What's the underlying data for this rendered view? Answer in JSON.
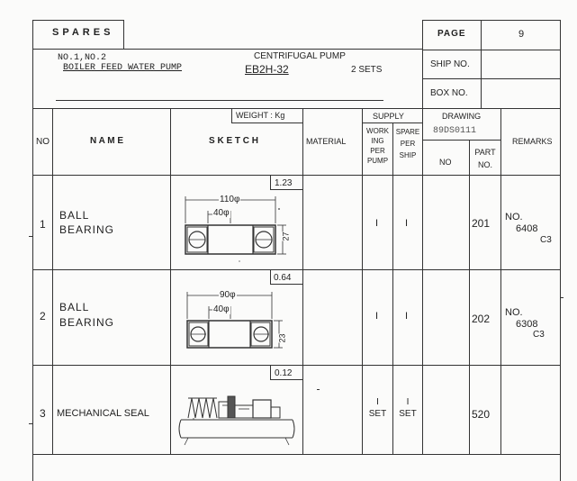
{
  "form_title": "SPARES",
  "page_label": "PAGE",
  "page_number": "9",
  "ship_no_label": "SHIP NO.",
  "box_no_label": "BOX NO.",
  "pump": {
    "units": "NO.1,NO.2",
    "description": "BOILER FEED WATER PUMP",
    "type_label": "CENTRIFUGAL PUMP",
    "model": "EB2H-32",
    "sets": "2 SETS"
  },
  "headers": {
    "no": "NO",
    "name": "N A M E",
    "sketch": "S K E T C H",
    "weight": "WEIGHT : Kg",
    "material": "MATERIAL",
    "supply": "SUPPLY",
    "working_line1": "WORK",
    "working_line2": "ING",
    "working_line3": "PER",
    "working_line4": "PUMP",
    "spare_line1": "SPARE",
    "spare_line2": "PER",
    "spare_line3": "SHIP",
    "drawing": "DRAWING",
    "drawing_code": "89DS0111",
    "drawing_no": "NO",
    "part_no_line1": "PART",
    "part_no_line2": "NO.",
    "remarks": "REMARKS"
  },
  "rows": [
    {
      "no": "1",
      "name_line1": "BALL",
      "name_line2": "BEARING",
      "weight": "1.23",
      "dim_outer": "110φ",
      "dim_inner": "40φ",
      "dim_width": "27",
      "working": "I",
      "spare": "I",
      "part_no": "201",
      "remarks_line1": "NO.",
      "remarks_line2": "6408",
      "remarks_line3": "C3"
    },
    {
      "no": "2",
      "name_line1": "BALL",
      "name_line2": "BEARING",
      "weight": "0.64",
      "dim_outer": "90φ",
      "dim_inner": "40φ",
      "dim_width": "23",
      "working": "I",
      "spare": "I",
      "part_no": "202",
      "remarks_line1": "NO.",
      "remarks_line2": "6308",
      "remarks_line3": "C3"
    },
    {
      "no": "3",
      "name_line1": "MECHANICAL SEAL",
      "name_line2": "",
      "weight": "0.12",
      "working_line1": "I",
      "working_line2": "SET",
      "spare_line1": "I",
      "spare_line2": "SET",
      "part_no": "520"
    }
  ]
}
